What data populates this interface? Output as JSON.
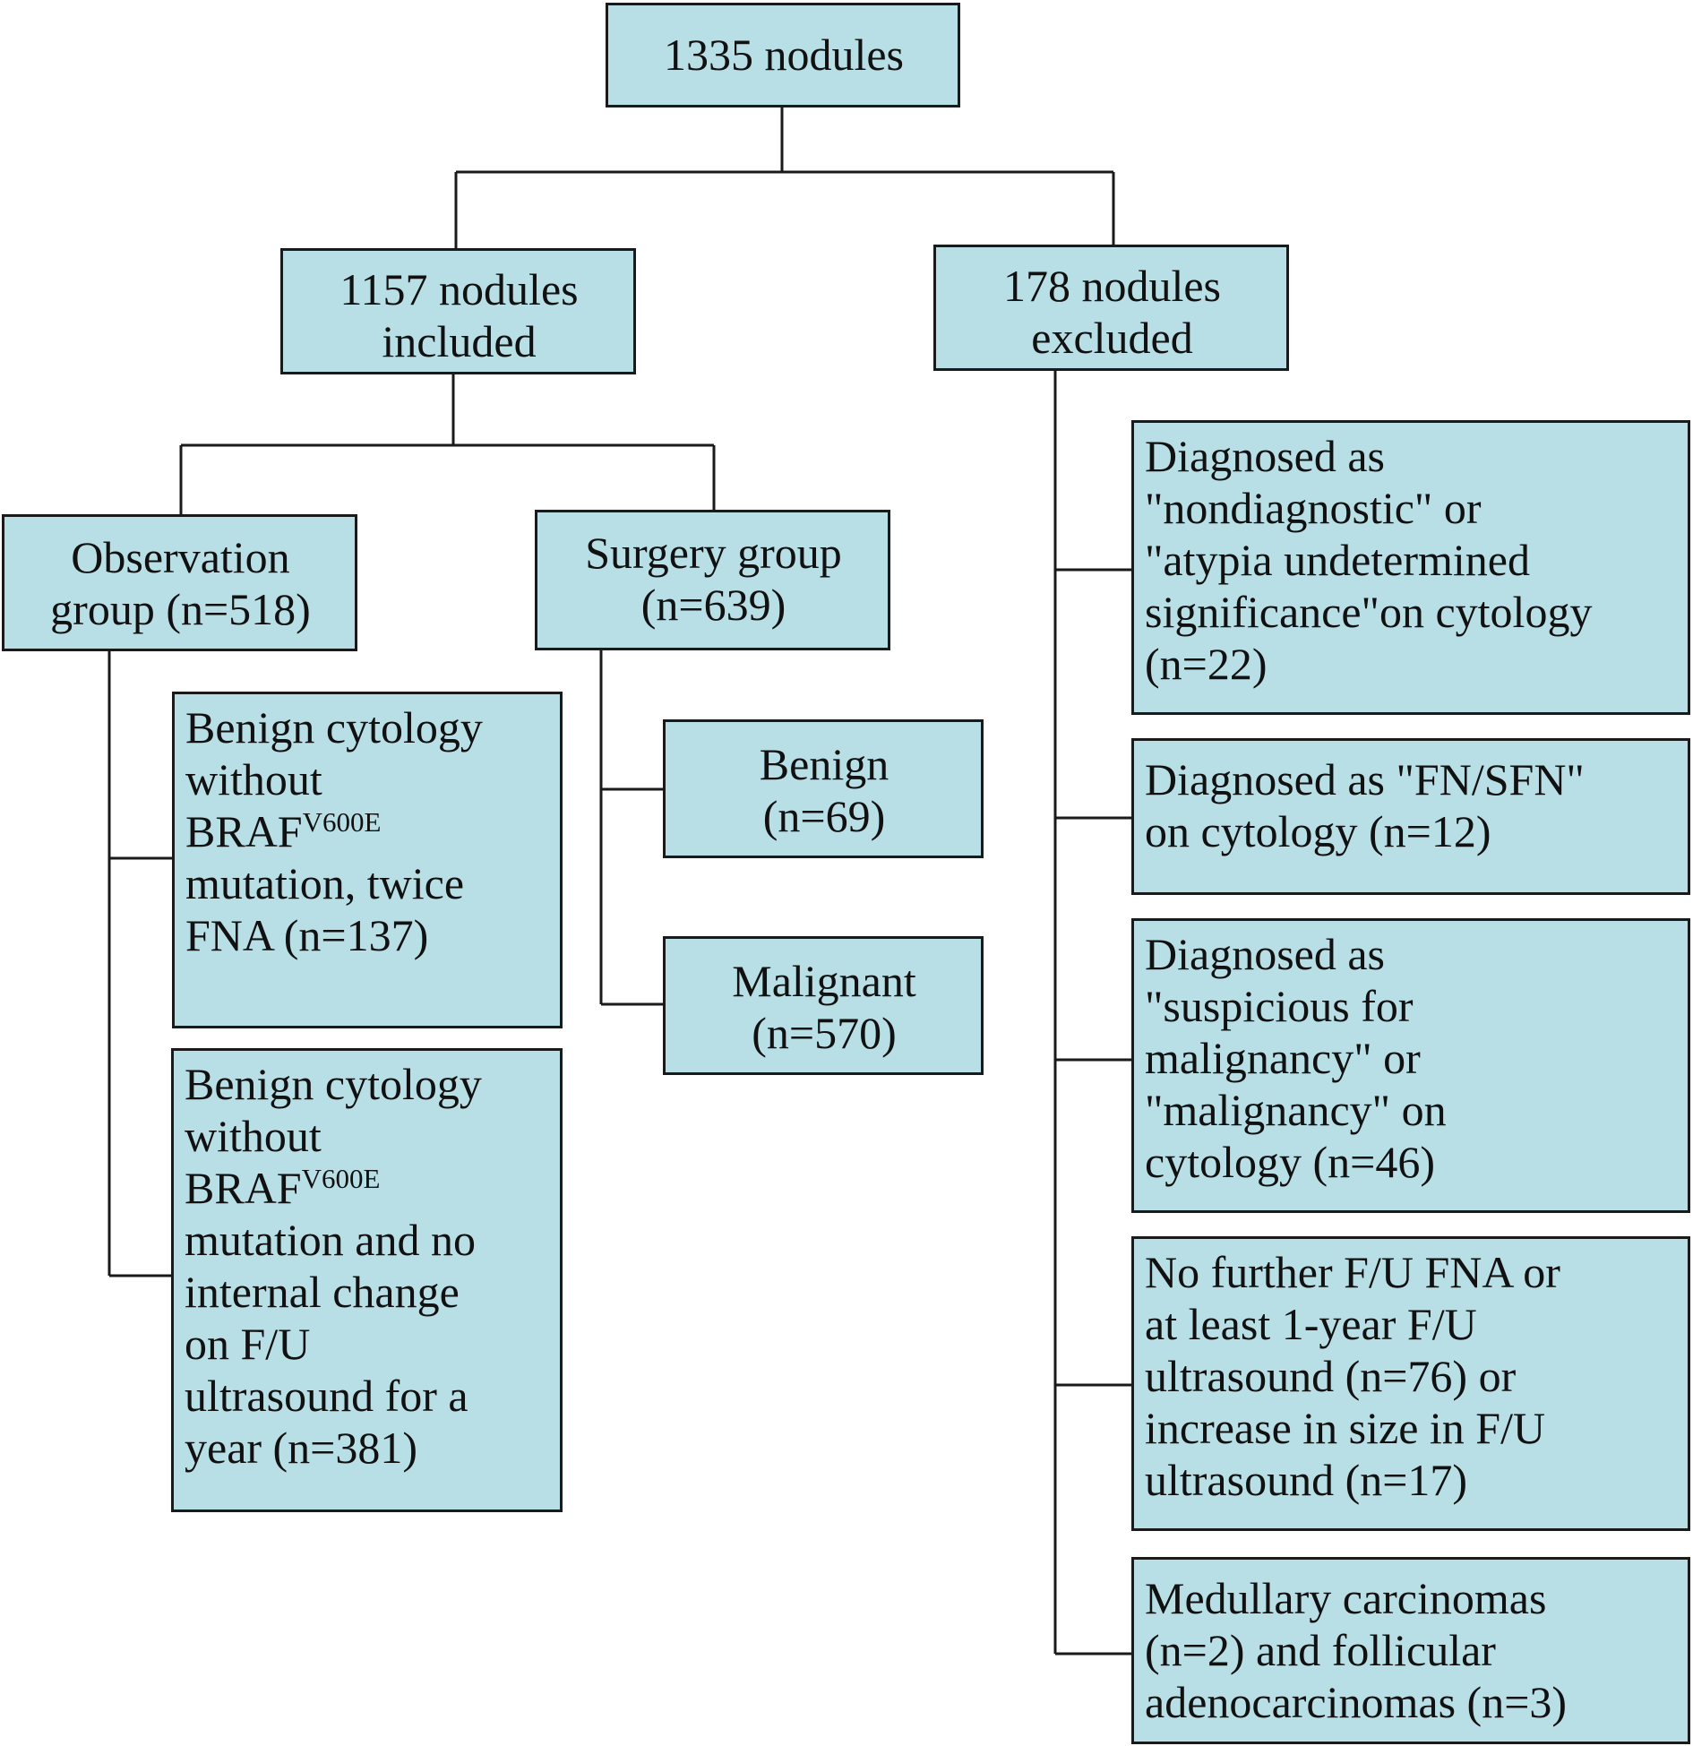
{
  "diagram": {
    "root": "1335 nodules",
    "included": {
      "line1": "1157 nodules",
      "line2": "included"
    },
    "excluded": {
      "line1": "178 nodules",
      "line2": "excluded"
    },
    "observation": {
      "line1": "Observation",
      "line2": "group (n=518)"
    },
    "surgery": {
      "line1": "Surgery group",
      "line2": "(n=639)"
    },
    "benign": {
      "line1": "Benign",
      "line2": "(n=69)"
    },
    "malignant": {
      "line1": "Malignant",
      "line2": "(n=570)"
    },
    "obs_twice_fna": {
      "line1": "Benign cytology",
      "line2": "without",
      "braf": "BRAF",
      "braf_sup": "V600E",
      "line4": "mutation, twice",
      "line5": "FNA (n=137)"
    },
    "obs_no_change": {
      "line1": "Benign cytology",
      "line2": "without",
      "braf": "BRAF",
      "braf_sup": "V600E",
      "line4": "mutation and no",
      "line5": "internal change",
      "line6": "on F/U",
      "line7": "ultrasound for a",
      "line8": "year (n=381)"
    },
    "exc_nondiagnostic": {
      "line1": "Diagnosed as",
      "line2": "\"nondiagnostic\" or",
      "line3": "\"atypia undetermined",
      "line4": "significance\"on cytology",
      "line5": "(n=22)"
    },
    "exc_fn_sfn": {
      "line1": "Diagnosed as \"FN/SFN\"",
      "line2": "on cytology (n=12)"
    },
    "exc_suspicious": {
      "line1": "Diagnosed as",
      "line2": "\"suspicious for",
      "line3": "malignancy\" or",
      "line4": "\"malignancy\" on",
      "line5": "cytology (n=46)"
    },
    "exc_followup": {
      "line1": "No further F/U FNA or",
      "line2": "at least 1-year F/U",
      "line3": "ultrasound (n=76) or",
      "line4": "increase in size in F/U",
      "line5": "ultrasound (n=17)"
    },
    "exc_other": {
      "line1": "Medullary carcinomas",
      "line2": "(n=2) and follicular",
      "line3": "adenocarcinomas (n=3)"
    }
  }
}
